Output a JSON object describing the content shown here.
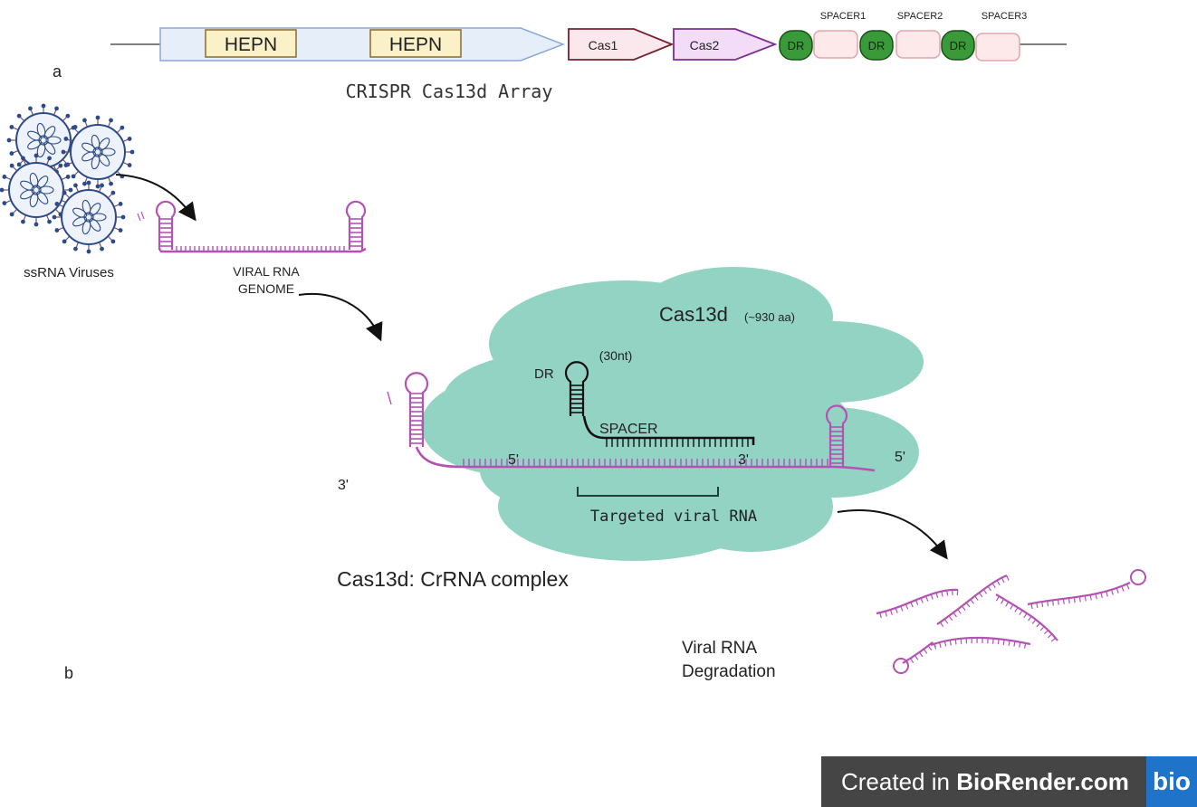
{
  "panel_labels": {
    "a": "a",
    "b": "b"
  },
  "array": {
    "title": "CRISPR Cas13d Array",
    "hepn1": "HEPN",
    "hepn2": "HEPN",
    "cas1": "Cas1",
    "cas2": "Cas2",
    "dr1": "DR",
    "dr2": "DR",
    "dr3": "DR",
    "spacer1": "SPACER1",
    "spacer2": "SPACER2",
    "spacer3": "SPACER3",
    "colors": {
      "cas13_body": "#e6eefa",
      "cas13_border": "#8aa8d8",
      "hepn_fill": "#fbf1c9",
      "hepn_border": "#8a6a2e",
      "cas1_fill": "#fbe8ec",
      "cas1_border": "#7a1f2e",
      "cas2_fill": "#f3dcf7",
      "cas2_border": "#7a2e96",
      "dr_fill": "#3a9a3a",
      "dr_border": "#145214",
      "spacer_fill": "#fde8ea",
      "spacer_border": "#e2a6ab"
    }
  },
  "viruses": {
    "label": "ssRNA Viruses",
    "color": "#2b4c8a"
  },
  "genome": {
    "label_line1": "VIRAL RNA",
    "label_line2": "GENOME",
    "rna_color": "#b352b3"
  },
  "complex": {
    "protein_label": "Cas13d",
    "protein_size": "(~930 aa)",
    "dr_label": "DR",
    "dr_length": "(30nt)",
    "spacer_label": "SPACER",
    "five_prime_inner": "5'",
    "three_prime_inner": "3'",
    "five_prime_outer": "5'",
    "three_prime_outer": "3'",
    "target_label": "Targeted viral RNA",
    "caption": "Cas13d: CrRNA complex",
    "blob_color": "#93d3c4"
  },
  "degradation": {
    "label_line1": "Viral RNA",
    "label_line2": "Degradation"
  },
  "badge": {
    "prefix": "Created in ",
    "brand": "BioRender.com",
    "logo": "bio"
  }
}
